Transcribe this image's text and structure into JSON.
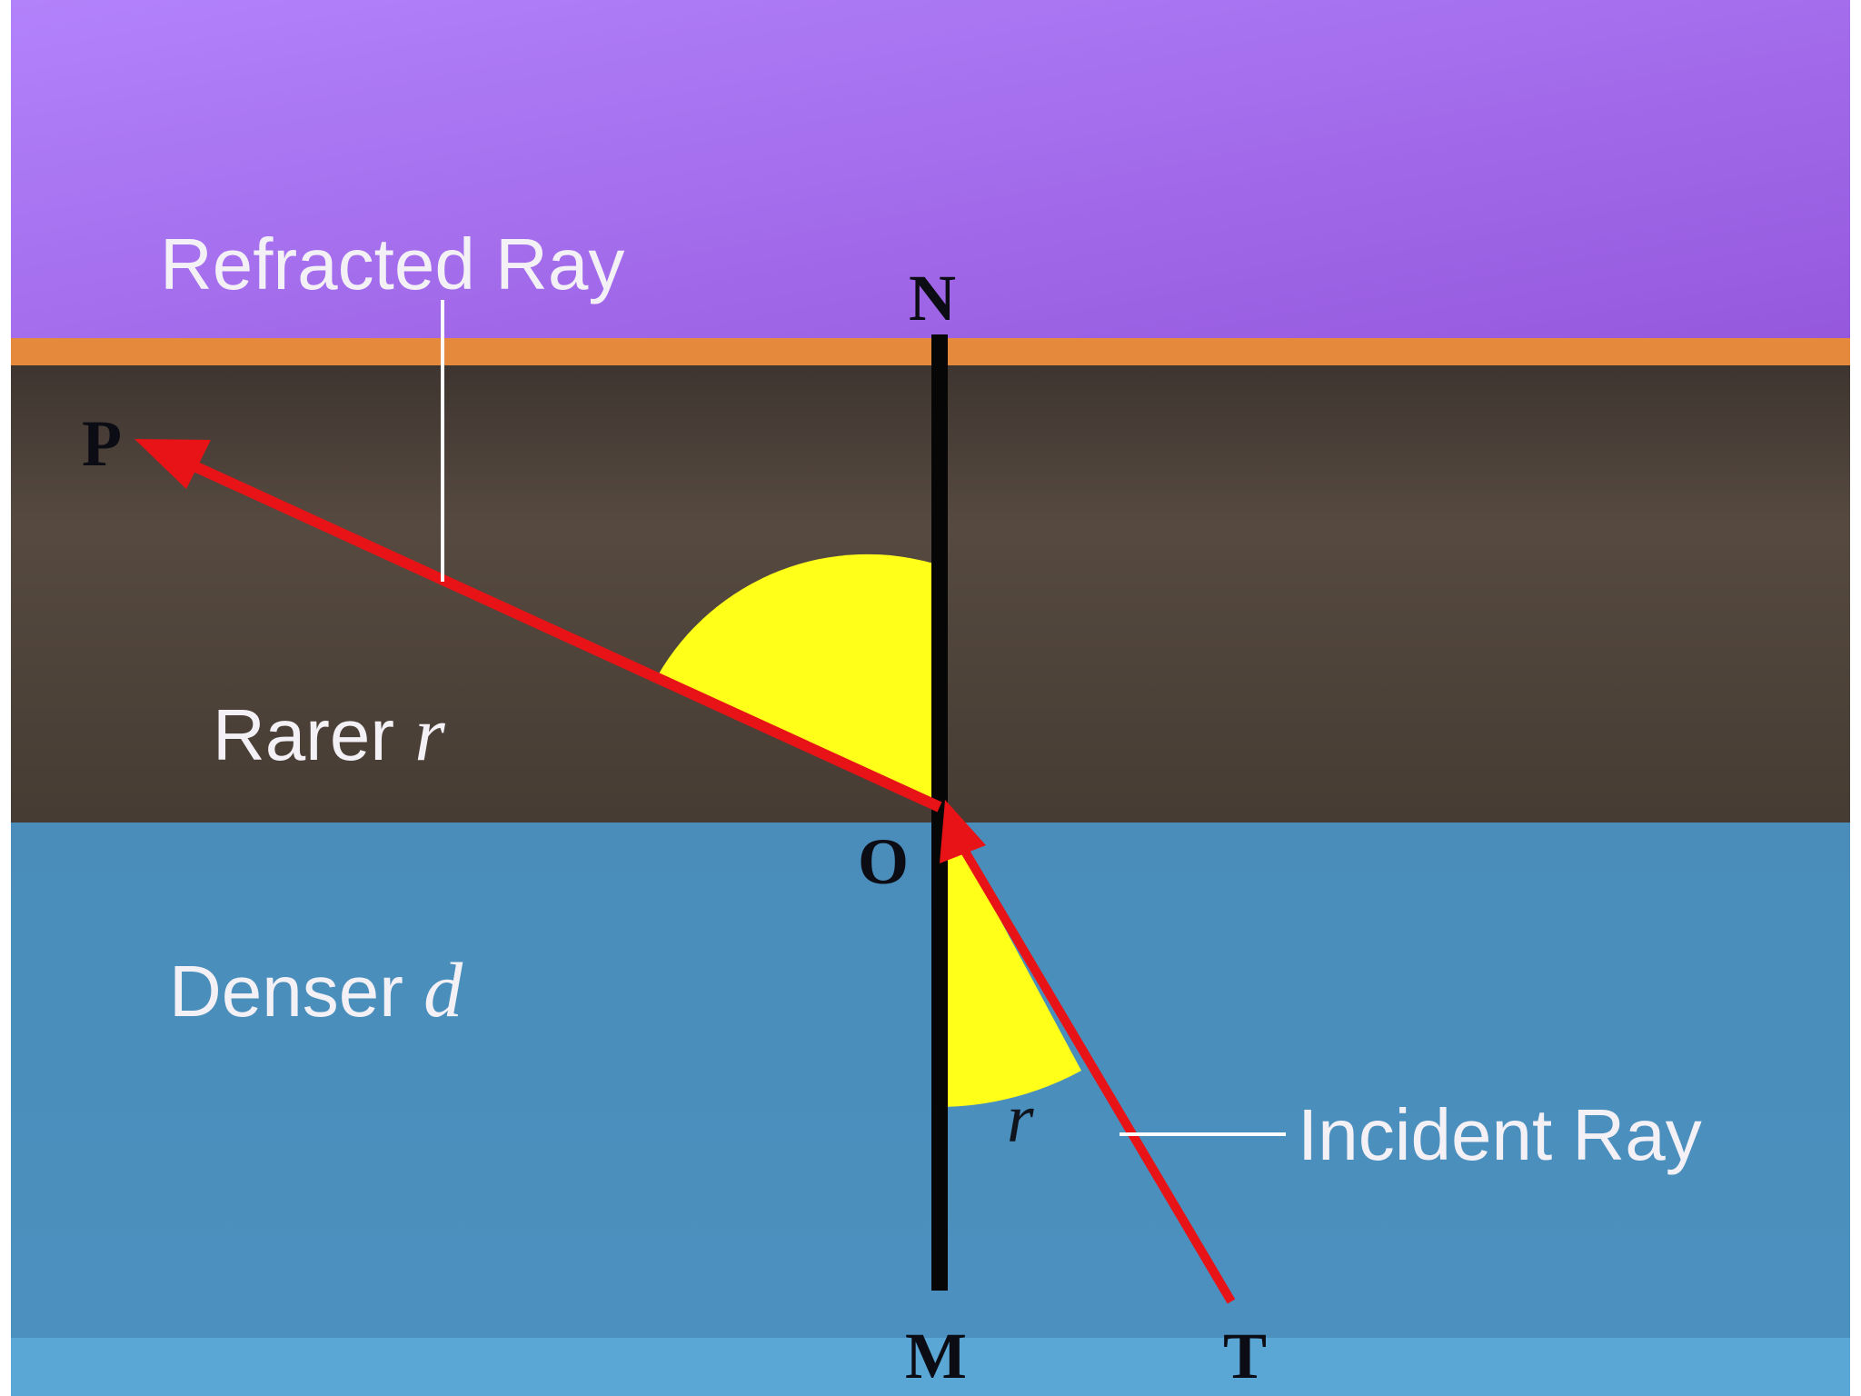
{
  "labels": {
    "refracted_ray": "Refracted Ray",
    "incident_ray": "Incident Ray",
    "rarer_word": "Rarer ",
    "rarer_var": "r",
    "denser_word": "Denser ",
    "denser_var": "d",
    "angle_var": "r",
    "point_N": "N",
    "point_P": "P",
    "point_O": "O",
    "point_M": "M",
    "point_T": "T"
  },
  "colors": {
    "sky_top": "#a77cf7",
    "sky_bottom": "#9a62e6",
    "boundary": "#e58a3c",
    "rarer": "#4a4038",
    "denser": "#4b8fbc",
    "denser_bottom_strip": "#5aa7d6",
    "ray": "#e81316",
    "angle_fill": "#ffff1a",
    "normal": "#060606"
  }
}
